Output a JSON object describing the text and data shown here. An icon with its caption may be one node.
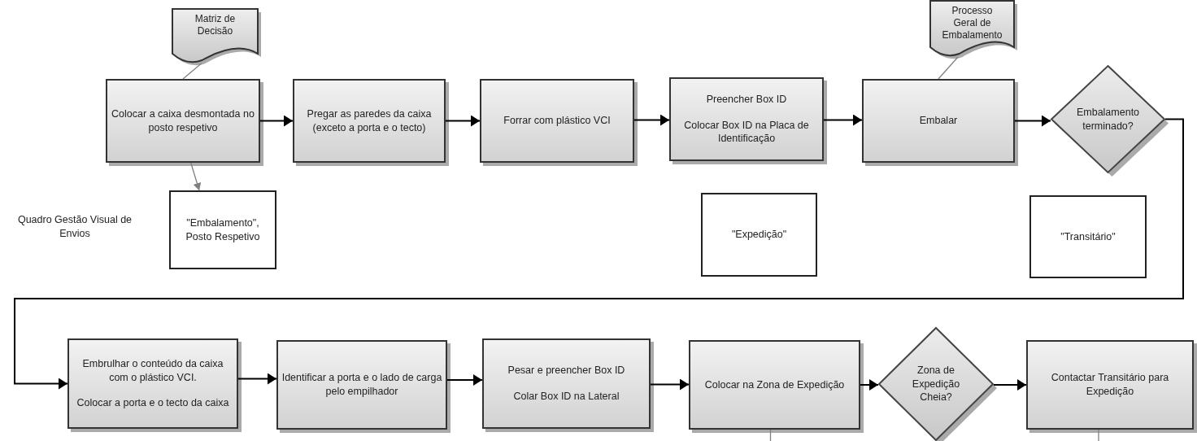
{
  "diagram": {
    "nodes": [
      {
        "text": [
          "Matriz de Decisão"
        ]
      },
      {
        "text": [
          "Colocar a caixa desmontada no posto respetivo"
        ]
      },
      {
        "text": [
          "Pregar as paredes da caixa (exceto a porta e o tecto)"
        ]
      },
      {
        "text": [
          "Forrar com plástico VCI"
        ]
      },
      {
        "text": [
          "Preencher Box ID",
          "Colocar Box ID na Placa de Identificação"
        ]
      },
      {
        "text": [
          "Processo Geral de Embalamento"
        ]
      },
      {
        "text": [
          "Embalar"
        ]
      },
      {
        "text": [
          "Embalamento terminado?"
        ]
      },
      {
        "text": [
          "\"Embalamento\", Posto Respetivo"
        ]
      },
      {
        "text": [
          "\"Expedição\""
        ]
      },
      {
        "text": [
          "\"Transitário\""
        ]
      },
      {
        "text": [
          "Embrulhar o conteúdo da caixa com o plástico VCI.",
          "Colocar a porta e o tecto da caixa"
        ]
      },
      {
        "text": [
          "Identificar a porta e o lado de carga pelo empilhador"
        ]
      },
      {
        "text": [
          "Pesar e preencher Box ID",
          "Colar Box ID na Lateral"
        ]
      },
      {
        "text": [
          "Colocar na Zona de Expedição"
        ]
      },
      {
        "text": [
          "Zona de Expedição Cheia?"
        ]
      },
      {
        "text": [
          "Contactar Transitário para Expedição"
        ]
      }
    ],
    "edges": [
      {
        "from": 0,
        "to": 1,
        "arrow": "none",
        "color": "#808080"
      },
      {
        "from": 1,
        "to": 8,
        "arrow": "to",
        "color": "#808080"
      },
      {
        "from": 1,
        "to": 2,
        "arrow": "to"
      },
      {
        "from": 2,
        "to": 3,
        "arrow": "to"
      },
      {
        "from": 3,
        "to": 4,
        "arrow": "to"
      },
      {
        "from": 5,
        "to": 6,
        "arrow": "none",
        "color": "#808080"
      },
      {
        "from": 4,
        "to": 6,
        "arrow": "to"
      },
      {
        "from": 6,
        "to": 7,
        "arrow": "to"
      },
      {
        "from": 7,
        "to": 11,
        "arrow": "to"
      },
      {
        "from": 11,
        "to": 12,
        "arrow": "to"
      },
      {
        "from": 12,
        "to": 13,
        "arrow": "to"
      },
      {
        "from": 13,
        "to": 14,
        "arrow": "to"
      },
      {
        "from": 14,
        "to": 15,
        "arrow": "to"
      },
      {
        "from": 15,
        "to": 16,
        "arrow": "to"
      },
      {
        "from": 14,
        "to": null,
        "arrow": "none",
        "color": "#808080"
      },
      {
        "from": 16,
        "to": null,
        "arrow": "none",
        "color": "#808080"
      }
    ],
    "labels": [
      "Quadro Gestão Visual de Envios"
    ]
  }
}
